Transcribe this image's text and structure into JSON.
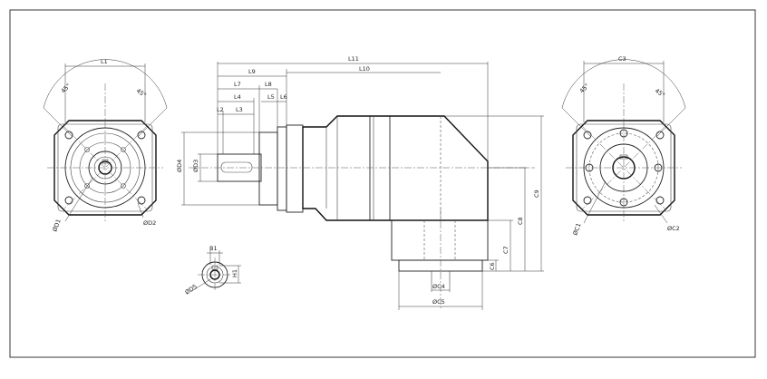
{
  "drawing": {
    "front_view": {
      "dims": {
        "L1": "L1",
        "angle_left": "45°",
        "angle_right": "45°",
        "D1": "ØD1",
        "D2": "ØD2"
      }
    },
    "side_view": {
      "dims": {
        "L11": "L11",
        "L10": "L10",
        "L9": "L9",
        "L7": "L7",
        "L8": "L8",
        "L4": "L4",
        "L5": "L5",
        "L6": "L6",
        "L2": "L2",
        "L3": "L3",
        "D4": "ØD4",
        "D3": "ØD3",
        "C9": "C9",
        "C8": "C8",
        "C7": "C7",
        "C6": "C6",
        "C4": "ØC4",
        "C5": "ØC5"
      }
    },
    "shaft_detail": {
      "dims": {
        "B1": "B1",
        "H1": "H1",
        "D5": "ØD5"
      }
    },
    "output_view": {
      "dims": {
        "C3": "C3",
        "angle_left": "45°",
        "angle_right": "45°",
        "C1": "ØC1",
        "C2": "ØC2"
      }
    }
  }
}
